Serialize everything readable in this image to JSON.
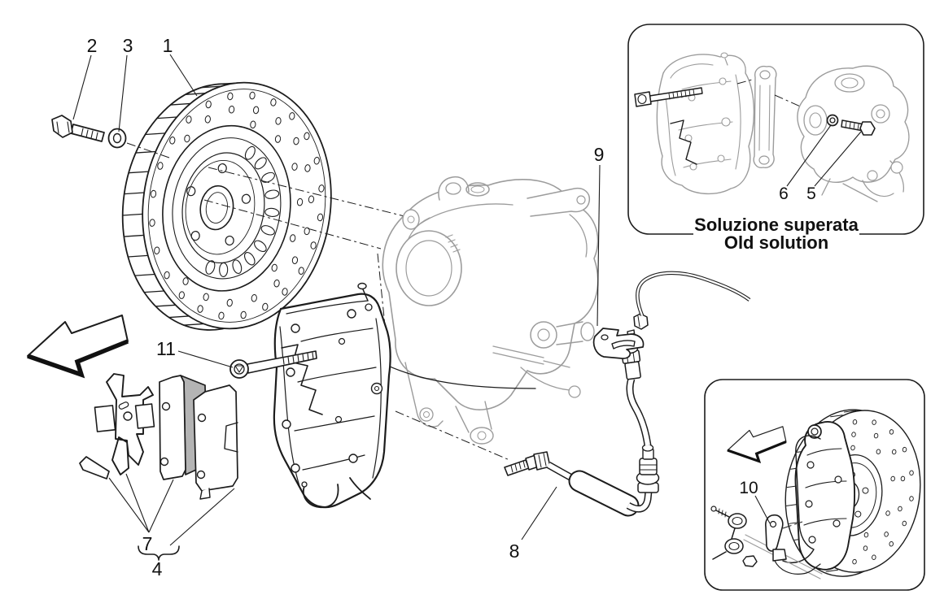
{
  "diagram": {
    "description": "Exploded parts diagram of rear wheel braking devices: drilled brake disc, caliper, pads, fixing bolts and brake hose",
    "callouts": {
      "1": "1",
      "2": "2",
      "3": "3",
      "4": "4",
      "5": "5",
      "6": "6",
      "7": "7",
      "8": "8",
      "9": "9",
      "10": "10",
      "11": "11"
    },
    "inset_old_solution": {
      "title_it": "Soluzione superata",
      "title_en": "Old solution"
    },
    "colors": {
      "primary_line": "#1c1c1c",
      "secondary_line": "#9c9c9c",
      "pad_friction_fill": "#b4b4b4",
      "background": "#ffffff"
    }
  }
}
